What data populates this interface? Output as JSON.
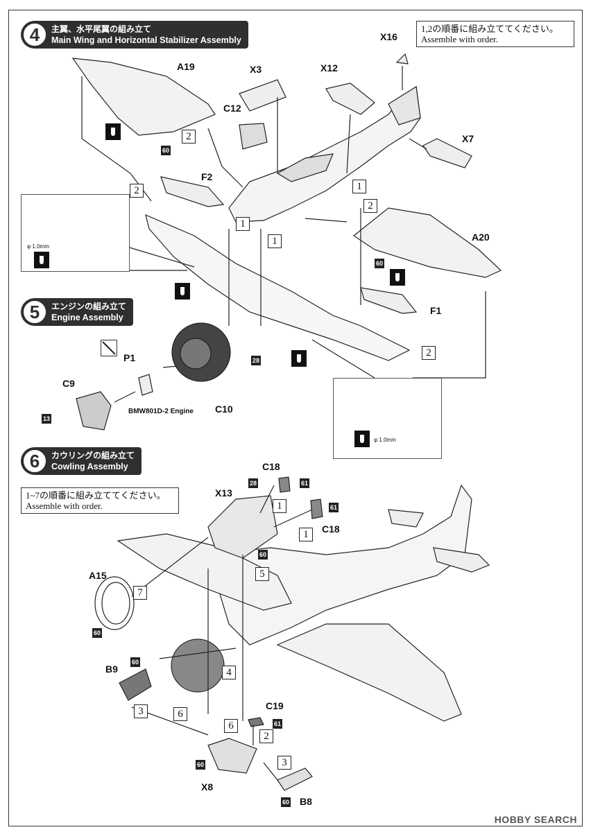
{
  "steps": [
    {
      "num": "4",
      "jp": "主翼、水平尾翼の組み立て",
      "en": "Main Wing and  Horizontal Stabilizer Assembly"
    },
    {
      "num": "5",
      "jp": "エンジンの組み立て",
      "en": "Engine Assembly"
    },
    {
      "num": "6",
      "jp": "カウリングの組み立て",
      "en": "Cowling Assembly"
    }
  ],
  "notes": {
    "step4": {
      "jp": "1,2の順番に組み立ててください。",
      "en": "Assemble with order."
    },
    "step6": {
      "jp": "1~7の順番に組み立ててください。",
      "en": "Assemble with order."
    }
  },
  "parts": {
    "a19": "A19",
    "x3": "X3",
    "x12": "X12",
    "x16": "X16",
    "c12": "C12",
    "f2": "F2",
    "x7": "X7",
    "a20": "A20",
    "f1": "F1",
    "p1": "P1",
    "c9": "C9",
    "c10": "C10",
    "c18a": "C18",
    "c18b": "C18",
    "x13": "X13",
    "a15": "A15",
    "b9": "B9",
    "c19": "C19",
    "x8": "X8",
    "b8": "B8"
  },
  "engine_label": "BMW801D-2 Engine",
  "drill": "φ 1.0mm",
  "paint_codes": {
    "p60": "60",
    "p28": "28",
    "p13": "13",
    "p61": "61"
  },
  "seq": {
    "one": "1",
    "two": "2",
    "three": "3",
    "four": "4",
    "five": "5",
    "six": "6",
    "seven": "7"
  },
  "watermark": "HOBBY SEARCH"
}
